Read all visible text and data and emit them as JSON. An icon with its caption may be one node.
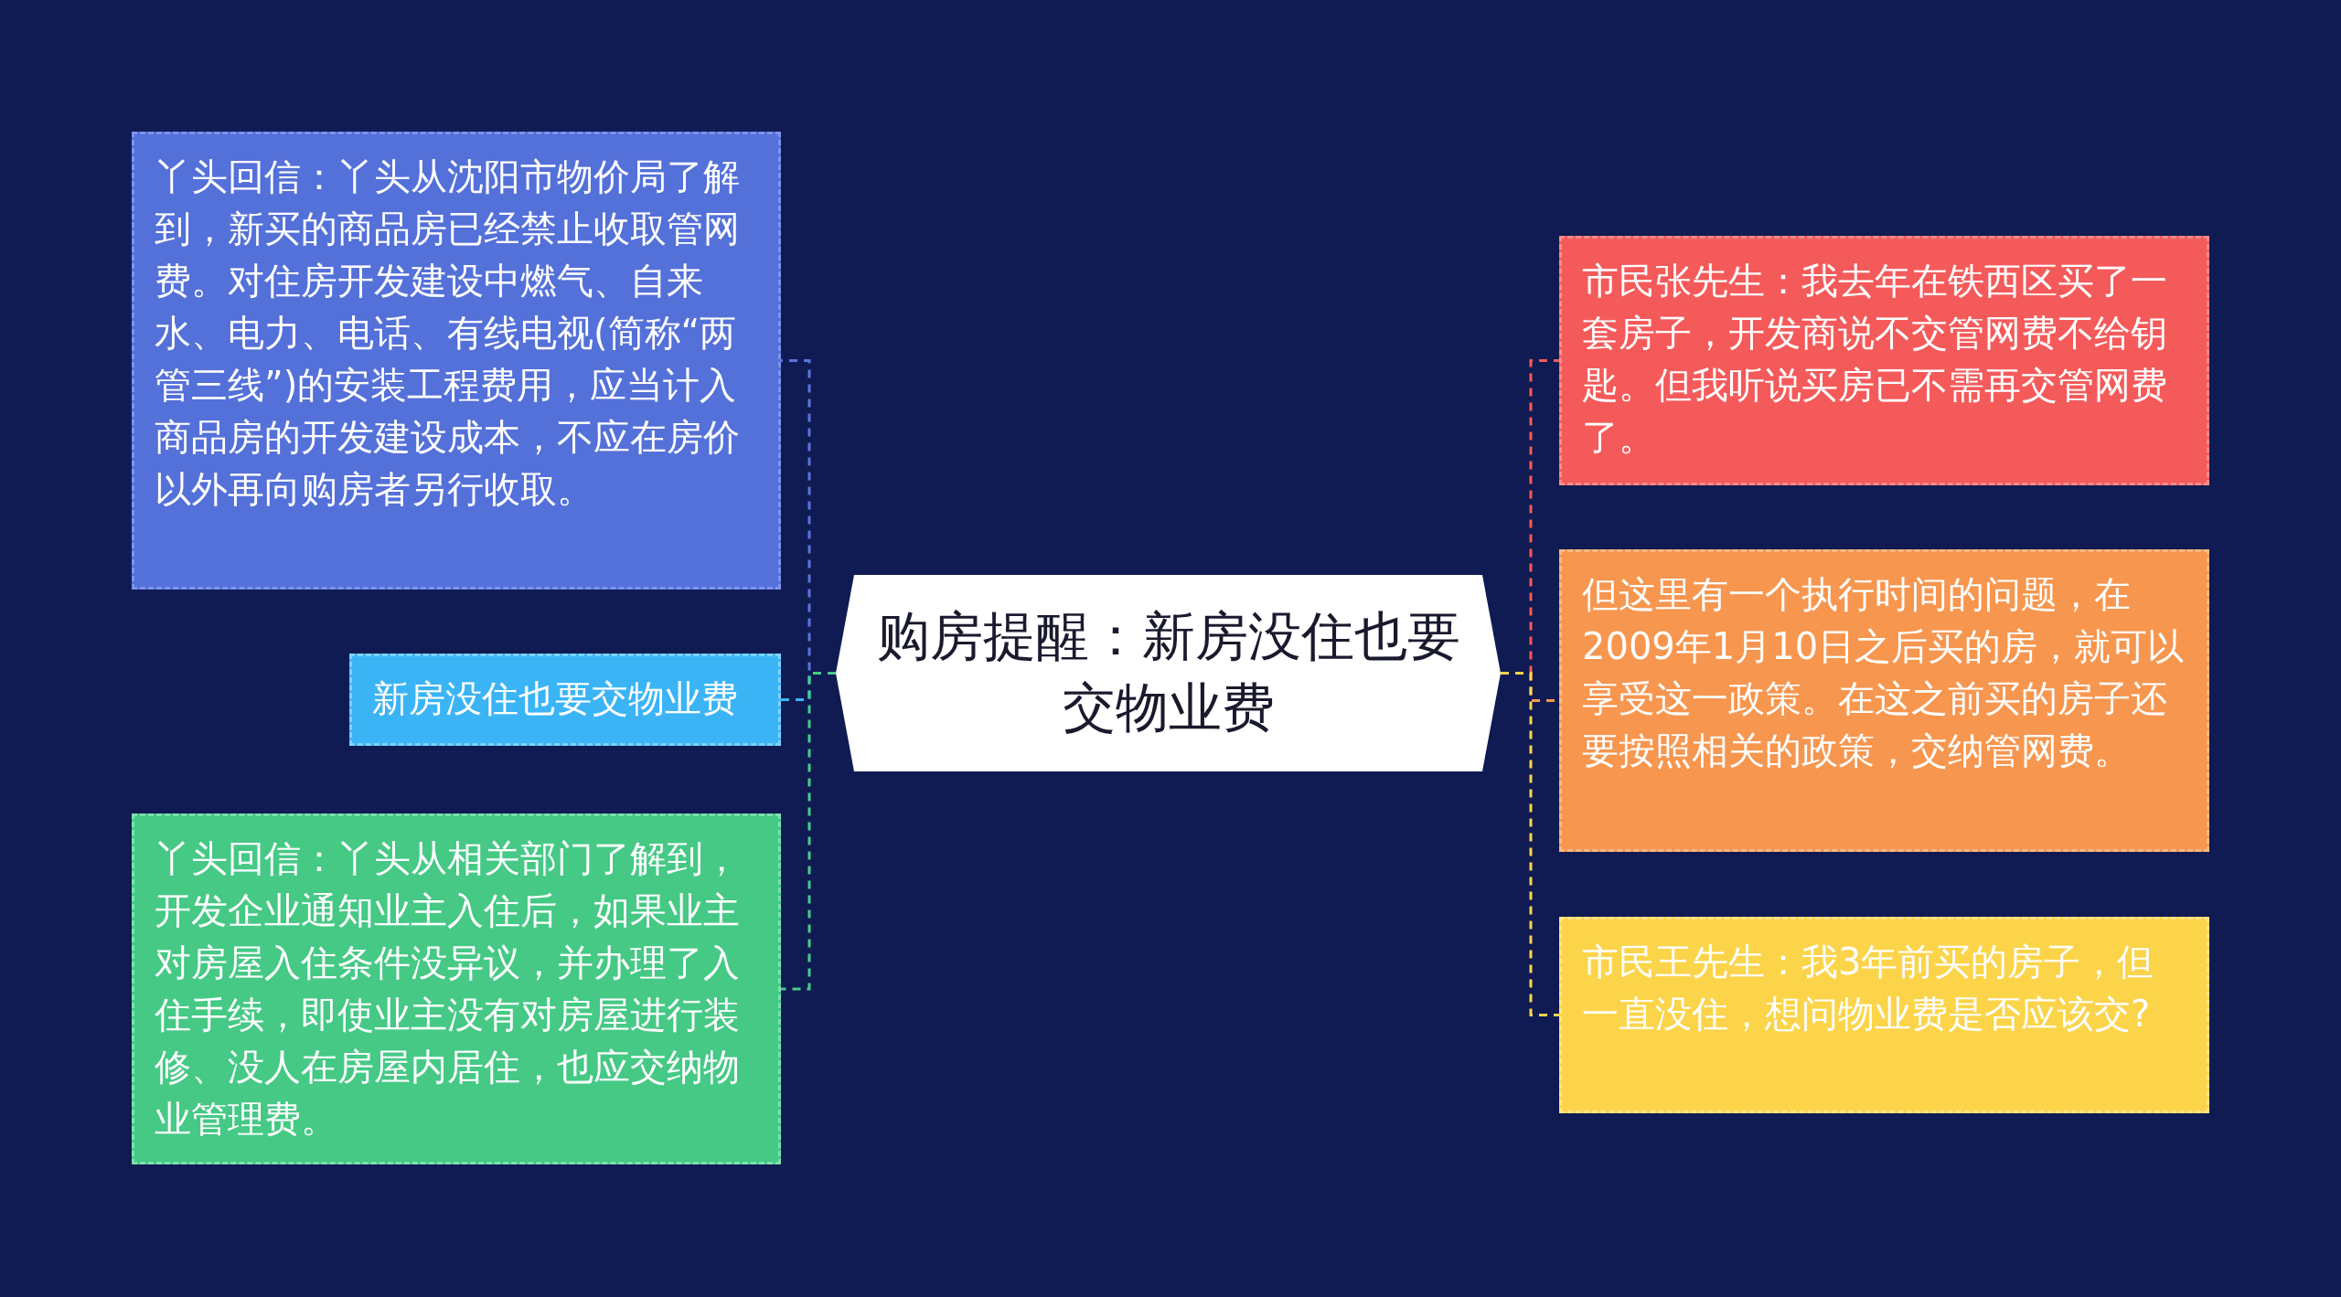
{
  "diagram": {
    "nodes": [
      {
        "text": [
          "购房提醒：新房没住也要交物业费"
        ]
      },
      {
        "text": [
          "丫头回信：丫头从沈阳市物价局了解到，新买的商品房已经禁止收取管网费。对住房开发建设中燃气、自来水、电力、电话、有线电视(简称“两管三线”)的安装工程费用，应当计入商品房的开发建设成本，不应在房价以外再向购房者另行收取。"
        ]
      },
      {
        "text": [
          "新房没住也要交物业费"
        ]
      },
      {
        "text": [
          "丫头回信：丫头从相关部门了解到，开发企业通知业主入住后，如果业主对房屋入住条件没异议，并办理了入住手续，即使业主没有对房屋进行装修、没人在房屋内居住，也应交纳物业管理费。"
        ]
      },
      {
        "text": [
          "市民张先生：我去年在铁西区买了一套房子，开发商说不交管网费不给钥匙。但我听说买房已不需再交管网费了。"
        ]
      },
      {
        "text": [
          "但这里有一个执行时间的问题，在2009年1月10日之后买的房，就可以享受这一政策。在这之前买的房子还要按照相关的政策，交纳管网费。"
        ]
      },
      {
        "text": [
          "市民王先生：我3年前买的房子，但一直没住，想问物业费是否应该交?"
        ]
      }
    ],
    "edges": [
      {
        "from": 0,
        "to": 1,
        "arrow": "none",
        "style": "dashed",
        "color": "#5b74dc"
      },
      {
        "from": 0,
        "to": 2,
        "arrow": "none",
        "style": "dashed",
        "color": "#3cb8f7"
      },
      {
        "from": 0,
        "to": 3,
        "arrow": "none",
        "style": "dashed",
        "color": "#47cc88"
      },
      {
        "from": 0,
        "to": 4,
        "arrow": "none",
        "style": "dashed",
        "color": "#f75a5a"
      },
      {
        "from": 0,
        "to": 5,
        "arrow": "none",
        "style": "dashed",
        "color": "#f8994f"
      },
      {
        "from": 0,
        "to": 6,
        "arrow": "none",
        "style": "dashed",
        "color": "#fcd54b"
      }
    ]
  }
}
